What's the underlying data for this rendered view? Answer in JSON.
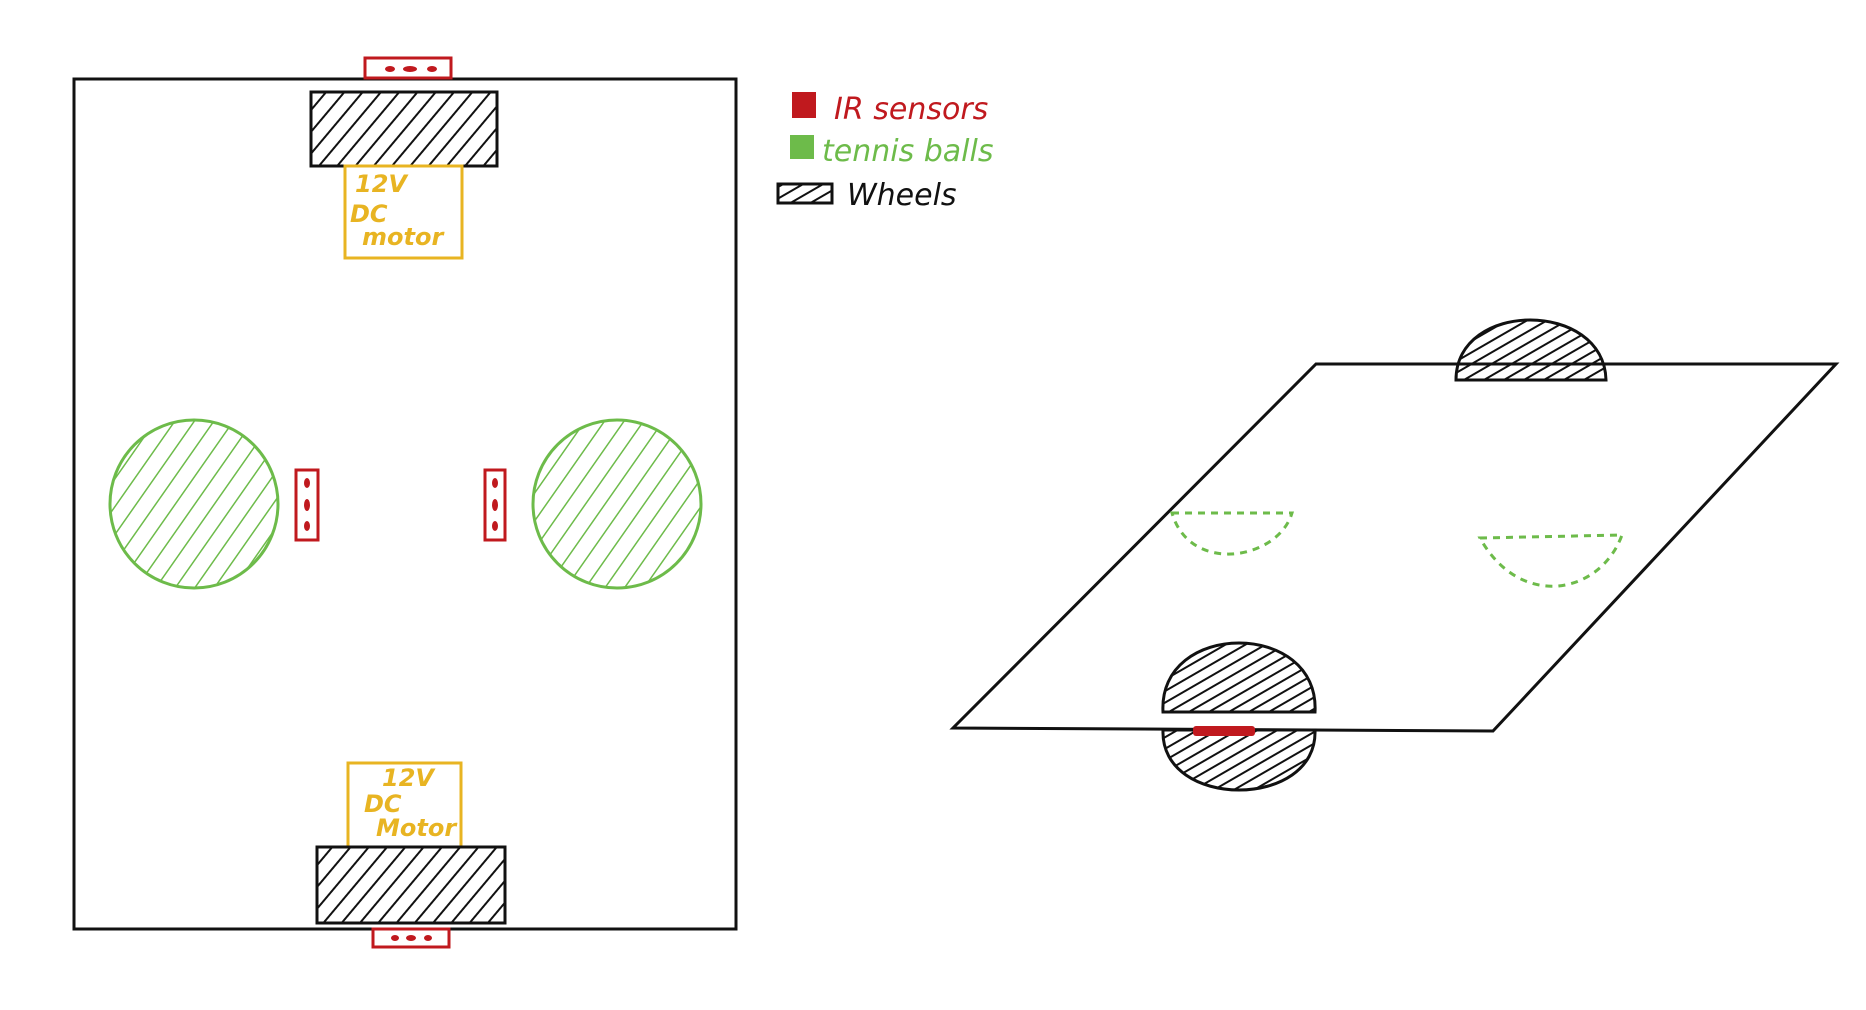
{
  "legend": {
    "ir_label": "IR sensors",
    "ball_label": "tennis balls",
    "wheel_label": "Wheels"
  },
  "top_view": {
    "top_motor": {
      "line1": "12V",
      "line2": "DC",
      "line3": "motor"
    },
    "bottom_motor": {
      "line1": "12V",
      "line2": "DC",
      "line3": "Motor"
    }
  },
  "colors": {
    "ir": "#c0191e",
    "ball": "#6dbb4a",
    "wheel": "#111111",
    "motor": "#e8b422",
    "frame": "#111111"
  }
}
